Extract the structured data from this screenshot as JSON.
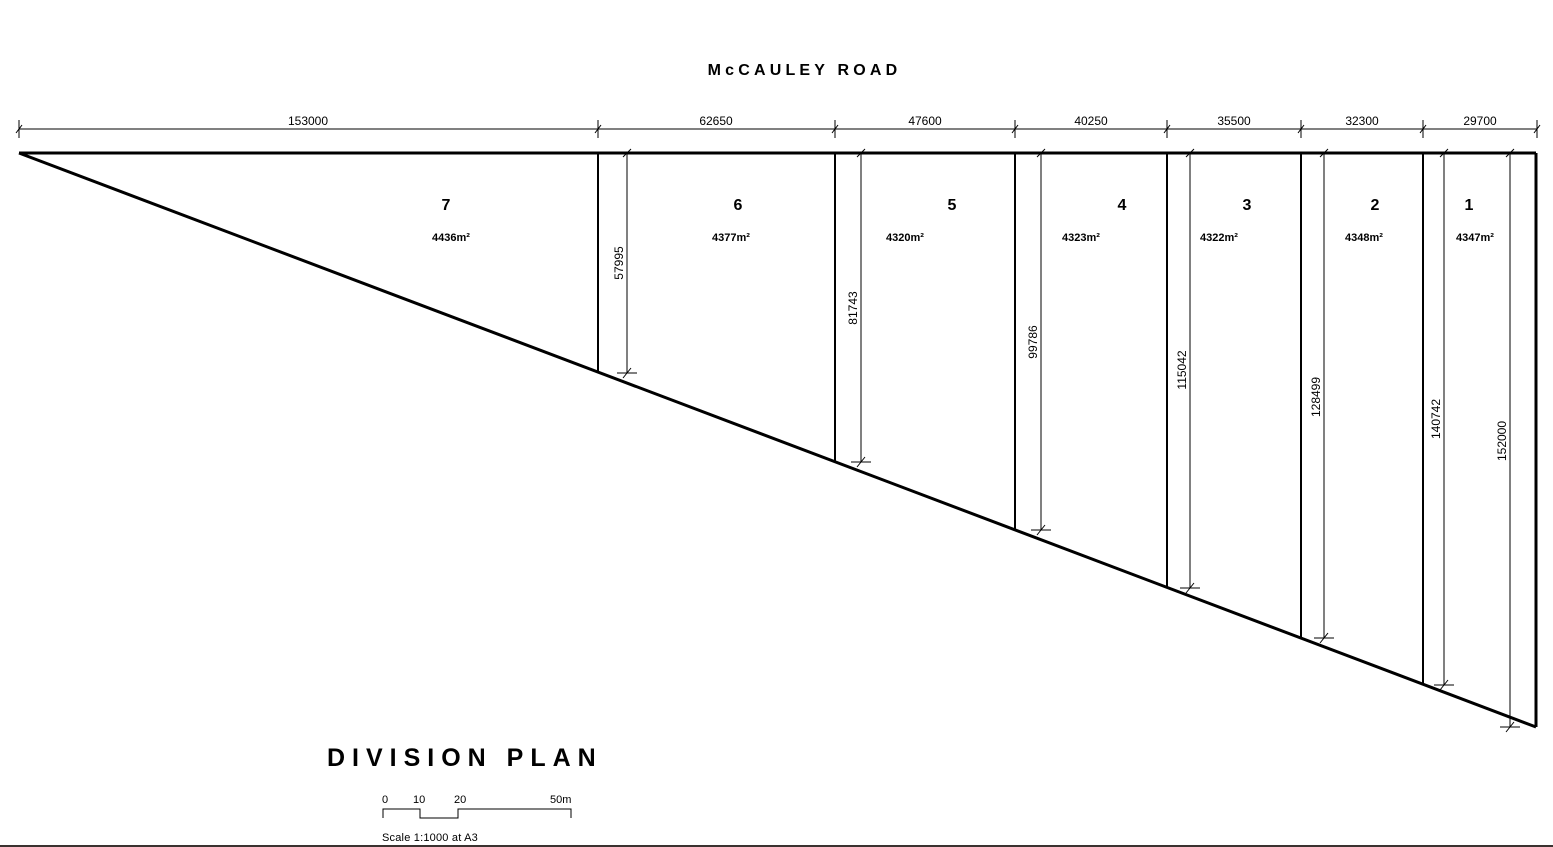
{
  "road_label": "McCAULEY ROAD",
  "plan_title": "DIVISION PLAN",
  "scale": {
    "ticks": [
      "0",
      "10",
      "20",
      "50m"
    ],
    "caption": "Scale  1:1000  at  A3"
  },
  "frontage_dimensions": [
    "153000",
    "62650",
    "47600",
    "40250",
    "35500",
    "32300",
    "29700"
  ],
  "lots": [
    {
      "number": "7",
      "area": "4436m²",
      "depth": ""
    },
    {
      "number": "6",
      "area": "4377m²",
      "depth": "57995"
    },
    {
      "number": "5",
      "area": "4320m²",
      "depth": "81743"
    },
    {
      "number": "4",
      "area": "4323m²",
      "depth": "99786"
    },
    {
      "number": "3",
      "area": "4322m²",
      "depth": "115042"
    },
    {
      "number": "2",
      "area": "4348m²",
      "depth": "128499"
    },
    {
      "number": "1",
      "area": "4347m²",
      "depth": "140742"
    }
  ],
  "end_depth": "152000",
  "colors": {
    "line": "#000000",
    "background": "#ffffff"
  }
}
